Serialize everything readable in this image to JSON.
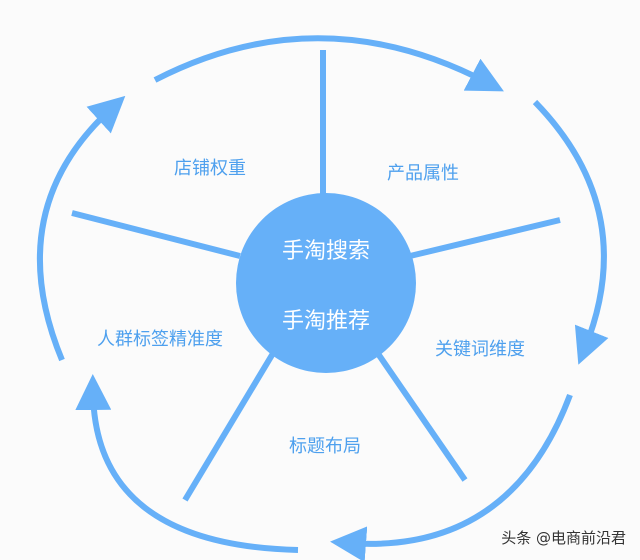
{
  "center": {
    "line1": "手淘搜索",
    "line2": "手淘推荐"
  },
  "factors": [
    "店铺权重",
    "产品属性",
    "关键词维度",
    "标题布局",
    "人群标签精准度"
  ],
  "watermark": "头条 @电商前沿君",
  "colors": {
    "accent": "#66b0f8",
    "label": "#4ea0ee",
    "background": "#fbfbfb"
  }
}
